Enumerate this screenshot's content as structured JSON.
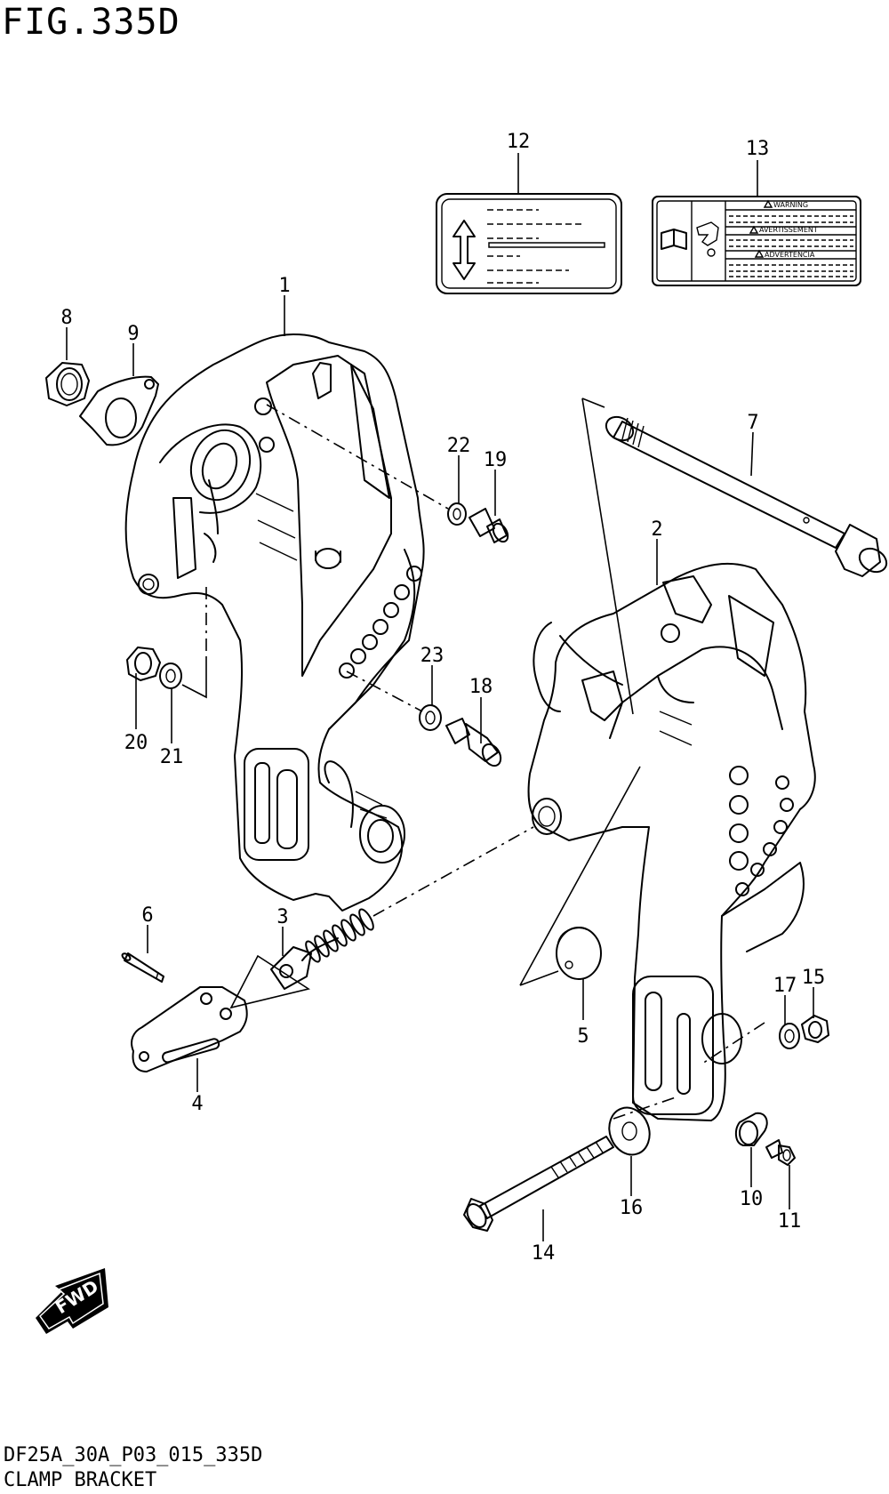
{
  "figure": {
    "title": "FIG.335D",
    "footer_code": "DF25A_30A_P03_015_335D",
    "footer_name": "CLAMP BRACKET"
  },
  "callouts": [
    "1",
    "2",
    "3",
    "4",
    "5",
    "6",
    "7",
    "8",
    "9",
    "10",
    "11",
    "12",
    "13",
    "14",
    "15",
    "16",
    "17",
    "18",
    "19",
    "20",
    "21",
    "22",
    "23"
  ],
  "warning_label": {
    "warning": "WARNING",
    "avertissement": "AVERTISSEMENT",
    "advertencia": "ADVERTENCIA"
  },
  "direction_badge": "FWD",
  "icons": [
    "up-down-arrow-icon",
    "manual-book-icon",
    "hazard-triangle-icon",
    "fwd-arrow-icon"
  ]
}
